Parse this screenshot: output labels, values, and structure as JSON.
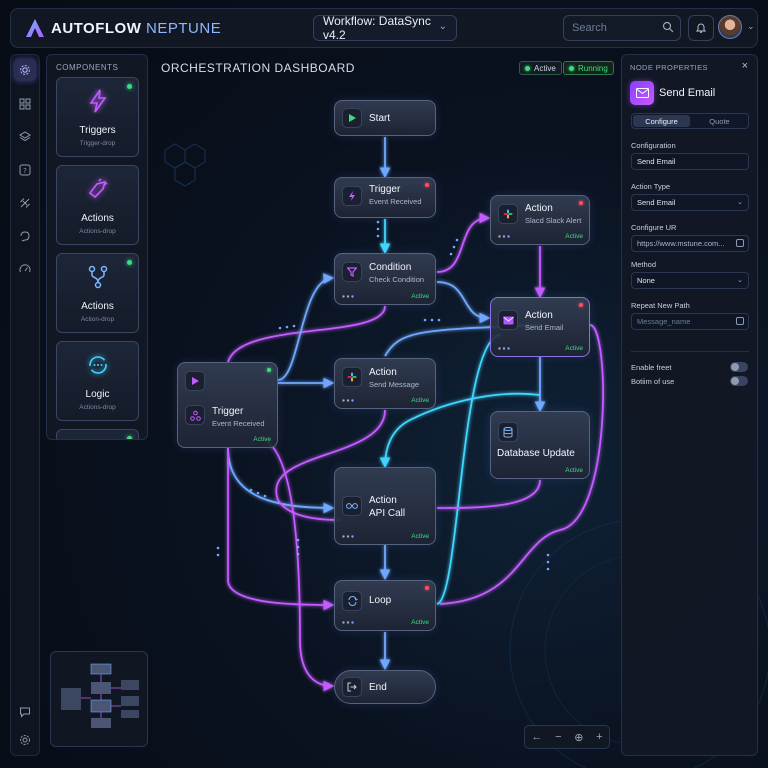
{
  "app": {
    "brand_main": "AUTOFLOW",
    "brand_accent": "NEPTUNE",
    "workflow_selector": "Workflow: DataSync v4.2",
    "search_placeholder": "Search"
  },
  "components": {
    "title": "COMPONENTS",
    "items": [
      {
        "label": "Triggers",
        "sub": "Trigger-drop",
        "icon": "lightning-icon"
      },
      {
        "label": "Actions",
        "sub": "Actions-drop",
        "icon": "hand-icon"
      },
      {
        "label": "Actions",
        "sub": "Action-drop",
        "icon": "branch-icon"
      },
      {
        "label": "Logic",
        "sub": "Actions-drop",
        "icon": "loop-icon"
      }
    ]
  },
  "canvas": {
    "title": "ORCHESTRATION DASHBOARD",
    "status_active": "Active",
    "status_running": "Running"
  },
  "nodes": {
    "start": {
      "title": "Start"
    },
    "trigger_top": {
      "title": "Trigger",
      "sub": "Event Received"
    },
    "condition": {
      "title": "Condition",
      "sub": "Check Condition",
      "status": "Active"
    },
    "action_slack": {
      "title": "Action",
      "sub": "Slacd Slack Alert",
      "status": "Active"
    },
    "action_email": {
      "title": "Action",
      "sub": "Send Email",
      "status": "Active"
    },
    "trigger_left": {
      "title": "Trigger",
      "sub": "Event Received",
      "status": "Active"
    },
    "action_message": {
      "title": "Action",
      "sub": "Send Message",
      "status": "Active"
    },
    "database": {
      "title": "Database Update",
      "status": "Active"
    },
    "action_api": {
      "title": "Action",
      "sub": "API Call",
      "status": "Active"
    },
    "loop": {
      "title": "Loop",
      "status": "Active"
    },
    "end": {
      "title": "End"
    }
  },
  "properties": {
    "header": "NODE PROPERTIES",
    "node_name": "Send Email",
    "tabs": [
      "Configure",
      "Quote"
    ],
    "fields": [
      {
        "label": "Configuration",
        "value": "Send Email"
      },
      {
        "label": "Action Type",
        "value": "Send Email"
      },
      {
        "label": "Configure UR",
        "value": "https://www.mstune.com..."
      },
      {
        "label": "Method",
        "value": "None"
      },
      {
        "label": "Repeat New Path",
        "placeholder": "Message_name"
      }
    ],
    "toggles": [
      {
        "label": "Enable freet"
      },
      {
        "label": "Botiim of use"
      }
    ]
  },
  "colors": {
    "accent_purple": "#c45bff",
    "accent_blue": "#5aa8ff",
    "accent_cyan": "#3fd6ff",
    "status_green": "#3ddc84",
    "status_red": "#ff4d5e"
  }
}
